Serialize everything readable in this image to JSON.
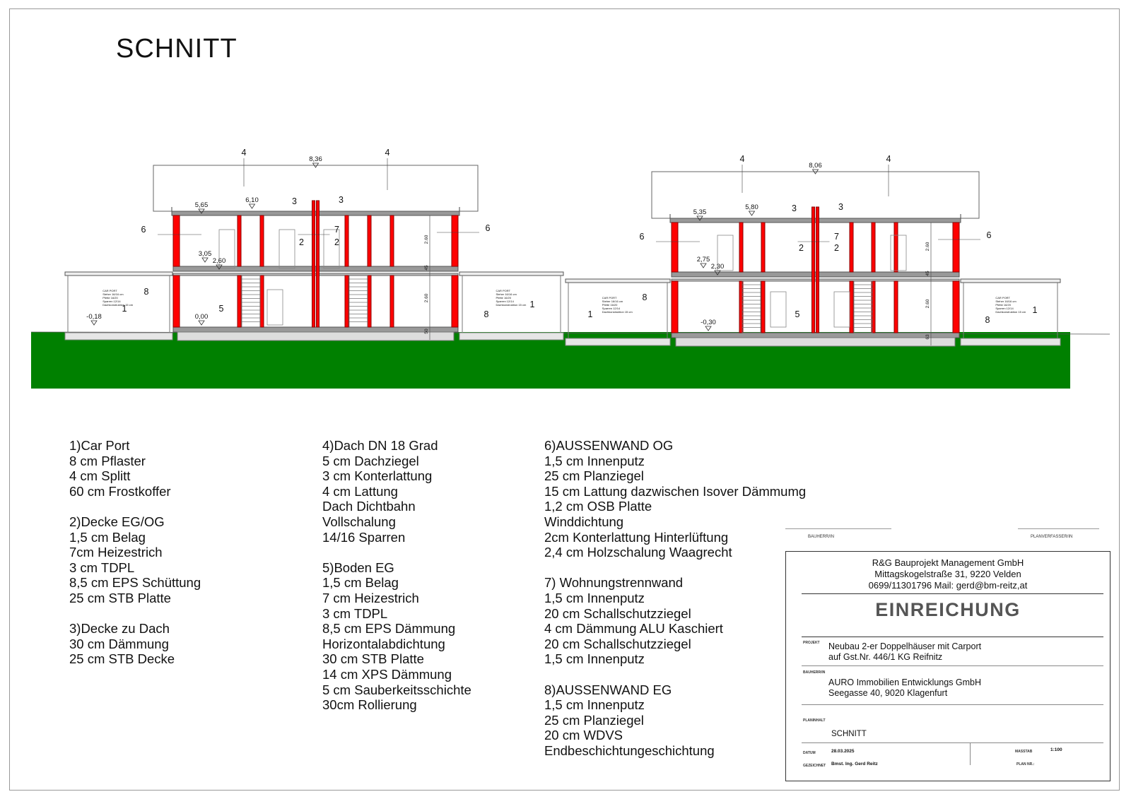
{
  "title": "SCHNITT",
  "section_drawing": {
    "colors": {
      "ground": "#008000",
      "wall_section": "#ff0000",
      "outline": "#333333",
      "slab": "#999999"
    },
    "house_left": {
      "levels": [
        "8,36",
        "6,10",
        "5,65",
        "3,05",
        "2,60",
        "0,00",
        "-0,18"
      ],
      "heights": [
        "2.60",
        "45",
        "2.60",
        "50"
      ],
      "callouts": [
        "4",
        "4",
        "3",
        "3",
        "6",
        "6",
        "7",
        "2",
        "2",
        "8",
        "8",
        "5",
        "1",
        "1"
      ]
    },
    "house_right": {
      "levels": [
        "8,06",
        "5,80",
        "5,35",
        "2,75",
        "2,30",
        "-0,30"
      ],
      "heights": [
        "2.60",
        "45",
        "2.60",
        "63"
      ],
      "callouts": [
        "4",
        "4",
        "3",
        "3",
        "6",
        "6",
        "7",
        "2",
        "2",
        "8",
        "8",
        "5",
        "1",
        "1"
      ]
    },
    "carport_note": [
      "CAR PORT",
      "Steher 16/16 cm",
      "Pfette 16/20",
      "Sparren 12/14",
      "Dachkonstruktion 15 cm"
    ]
  },
  "legend": [
    {
      "heading": "1)Car Port",
      "lines": [
        "8 cm Pflaster",
        "4 cm Splitt",
        "60 cm Frostkoffer"
      ]
    },
    {
      "heading": "2)Decke EG/OG",
      "lines": [
        "1,5 cm Belag",
        "7cm Heizestrich",
        "3 cm TDPL",
        "8,5 cm EPS Schüttung",
        "25 cm STB Platte"
      ]
    },
    {
      "heading": "3)Decke zu Dach",
      "lines": [
        "30 cm Dämmung",
        "25 cm STB Decke"
      ]
    },
    {
      "heading": "4)Dach DN 18 Grad",
      "lines": [
        "5 cm Dachziegel",
        "3 cm Konterlattung",
        "4 cm Lattung",
        "Dach Dichtbahn",
        "Vollschalung",
        "14/16 Sparren"
      ]
    },
    {
      "heading": "5)Boden EG",
      "lines": [
        "1,5 cm Belag",
        "7 cm Heizestrich",
        "3 cm TDPL",
        "8,5 cm EPS Dämmung",
        "Horizontalabdichtung",
        "30 cm STB Platte",
        "14 cm XPS Dämmung",
        "5 cm Sauberkeitsschichte",
        "30cm Rollierung"
      ]
    },
    {
      "heading": "6)AUSSENWAND OG",
      "lines": [
        "1,5 cm Innenputz",
        "25 cm Planziegel",
        "15 cm Lattung dazwischen Isover Dämmumg",
        "1,2 cm OSB Platte",
        "Winddichtung",
        "2cm Konterlattung Hinterlüftung",
        "2,4 cm Holzschalung Waagrecht"
      ]
    },
    {
      "heading": "7) Wohnungstrennwand",
      "lines": [
        "1,5 cm Innenputz",
        "20 cm Schallschutzziegel",
        "4 cm Dämmung ALU Kaschiert",
        "20 cm Schallschutzziegel",
        "1,5 cm Innenputz"
      ]
    },
    {
      "heading": "8)AUSSENWAND EG",
      "lines": [
        "1,5 cm Innenputz",
        "25 cm Planziegel",
        "20 cm WDVS",
        "Endbeschichtungeschichtung"
      ]
    }
  ],
  "signatures": {
    "bauherr": "BAUHERR/IN",
    "planverfasser": "PLANVERFASSER/IN"
  },
  "title_block": {
    "company_lines": [
      "R&G Bauprojekt Management GmbH",
      "Mittagskogelstraße 31, 9220 Velden",
      "0699/11301796  Mail: gerd@bm-reitz,at"
    ],
    "heading": "EINREICHUNG",
    "projekt_label": "PROJEKT",
    "projekt_lines": [
      "Neubau 2-er Doppelhäuser mit Carport",
      "auf Gst.Nr. 446/1 KG Reifnitz"
    ],
    "bauherr_label": "BAUHERR/IN",
    "bauherr_lines": [
      "AURO Immobilien Entwicklungs GmbH",
      "Seegasse 40, 9020 Klagenfurt"
    ],
    "planinhalt_label": "PLANINHALT",
    "planinhalt": "SCHNITT",
    "datum_label": "DATUM",
    "datum": "28.03.2025",
    "massstab_label": "MASSTAB",
    "massstab": "1:100",
    "gezeichnet_label": "GEZEICHNET",
    "gezeichnet": "Bmst. Ing. Gerd Reitz",
    "plan_nr_label": "PLAN NR.:"
  }
}
